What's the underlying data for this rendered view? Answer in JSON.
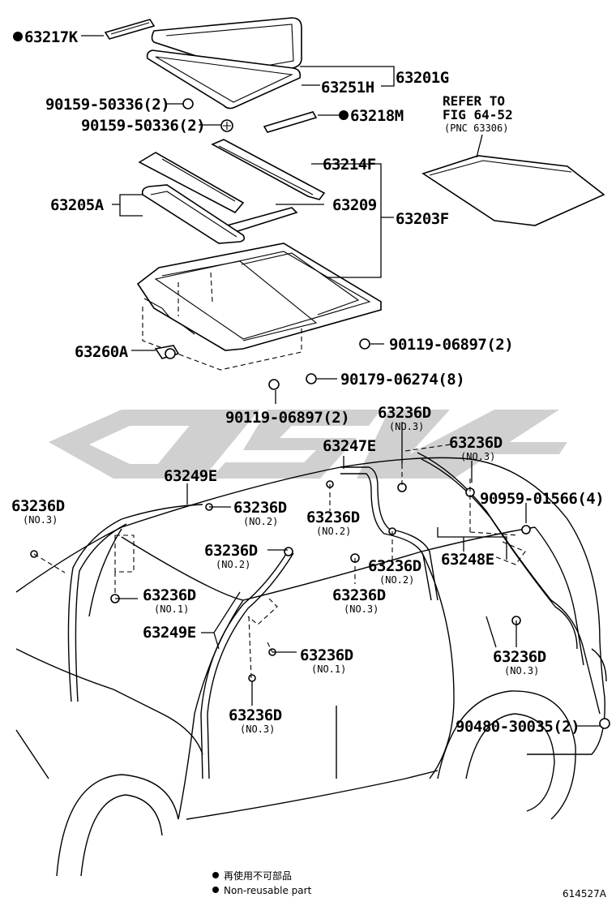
{
  "labels": {
    "p63217K": "63217K",
    "p63201G": "63201G",
    "p63251H": "63251H",
    "p90159a": "90159-50336(2)",
    "p90159b": "90159-50336(2)",
    "p63218M": "63218M",
    "p63214F": "63214F",
    "p63205A": "63205A",
    "p63209": "63209",
    "p63203F": "63203F",
    "p63260A": "63260A",
    "p90119a": "90119-06897(2)",
    "p90179": "90179-06274(8)",
    "p90119b": "90119-06897(2)",
    "p63236D_top": "63236D",
    "p63236D_top_no": "(NO.3)",
    "p63247E": "63247E",
    "p63236D_tr": "63236D",
    "p63236D_tr_no": "(NO.3)",
    "p63249E_top": "63249E",
    "p63236D_no2a": "63236D",
    "p63236D_no2a_no": "(NO.2)",
    "p90959": "90959-01566(4)",
    "p63236D_left": "63236D",
    "p63236D_left_no": "(NO.3)",
    "p63236D_mid2": "63236D",
    "p63236D_mid2_no": "(NO.2)",
    "p63236D_no2c": "63236D",
    "p63236D_no2c_no": "(NO.2)",
    "p63236D_no2d": "63236D",
    "p63236D_no2d_no": "(NO.2)",
    "p63248E": "63248E",
    "p63236D_no1a": "63236D",
    "p63236D_no1a_no": "(NO.1)",
    "p63236D_no3c": "63236D",
    "p63236D_no3c_no": "(NO.3)",
    "p63249E_mid": "63249E",
    "p63236D_no1b": "63236D",
    "p63236D_no1b_no": "(NO.1)",
    "p63236D_no3d": "63236D",
    "p63236D_no3d_no": "(NO.3)",
    "p63236D_no3e": "63236D",
    "p63236D_no3e_no": "(NO.3)",
    "p90480": "90480-30035(2)"
  },
  "reference": {
    "line1": "REFER TO",
    "line2": "FIG 64-52",
    "line3": "(PNC 63306)"
  },
  "legend": {
    "jp": "再使用不可部品",
    "en": "Non-reusable part"
  },
  "figure_id": "614527A"
}
